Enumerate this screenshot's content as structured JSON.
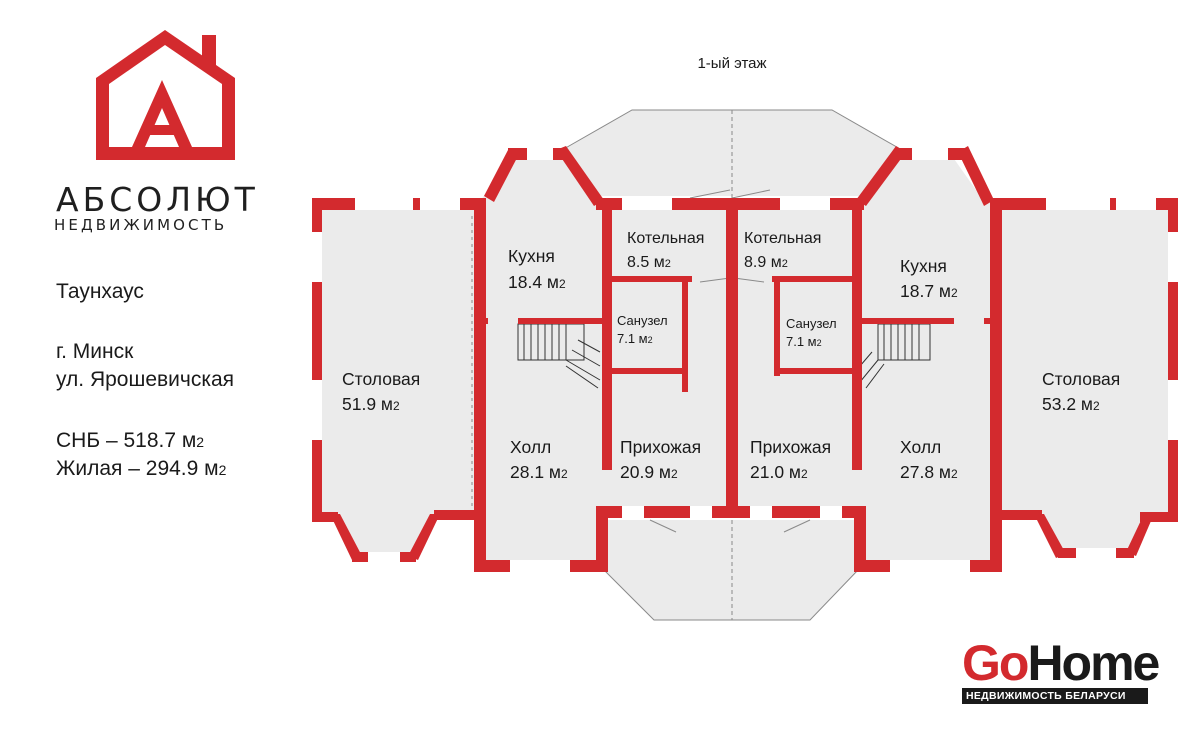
{
  "brand": {
    "name": "АБСОЛЮТ",
    "subtitle": "НЕДВИЖИМОСТЬ",
    "colors": {
      "primary": "#d32a2e",
      "text": "#1f1f1f"
    }
  },
  "info": {
    "type": "Таунхаус",
    "city": "г. Минск",
    "street": "ул. Ярошевичская",
    "snb_label": "СНБ – 518.7 м",
    "snb_sup": "2",
    "living_label": "Жилая – 294.9 м",
    "living_sup": "2"
  },
  "plan": {
    "title": "1-ый этаж",
    "colors": {
      "wall": "#d32a2e",
      "floor": "#ebebeb",
      "line": "#888888"
    },
    "rooms": [
      {
        "id": "dining-left",
        "name": "Столовая",
        "area": "51.9 м",
        "sup": "2"
      },
      {
        "id": "kitchen-left",
        "name": "Кухня",
        "area": "18.4 м",
        "sup": "2"
      },
      {
        "id": "boiler-left",
        "name": "Котельная",
        "area": "8.5 м",
        "sup": "2"
      },
      {
        "id": "bath-left",
        "name": "Санузел",
        "area": "7.1 м",
        "sup": "2"
      },
      {
        "id": "hall-left",
        "name": "Холл",
        "area": "28.1 м",
        "sup": "2"
      },
      {
        "id": "entry-left",
        "name": "Прихожая",
        "area": "20.9 м",
        "sup": "2"
      },
      {
        "id": "boiler-right",
        "name": "Котельная",
        "area": "8.9 м",
        "sup": "2"
      },
      {
        "id": "bath-right",
        "name": "Санузел",
        "area": "7.1 м",
        "sup": "2"
      },
      {
        "id": "entry-right",
        "name": "Прихожая",
        "area": "21.0 м",
        "sup": "2"
      },
      {
        "id": "kitchen-right",
        "name": "Кухня",
        "area": "18.7 м",
        "sup": "2"
      },
      {
        "id": "hall-right",
        "name": "Холл",
        "area": "27.8 м",
        "sup": "2"
      },
      {
        "id": "dining-right",
        "name": "Столовая",
        "area": "53.2 м",
        "sup": "2"
      }
    ]
  },
  "partner": {
    "word_go": "Go",
    "word_home": "Home",
    "tagline": "НЕДВИЖИМОСТЬ БЕЛАРУСИ",
    "colors": {
      "go": "#d32a2e",
      "home": "#1a1a1a"
    }
  }
}
